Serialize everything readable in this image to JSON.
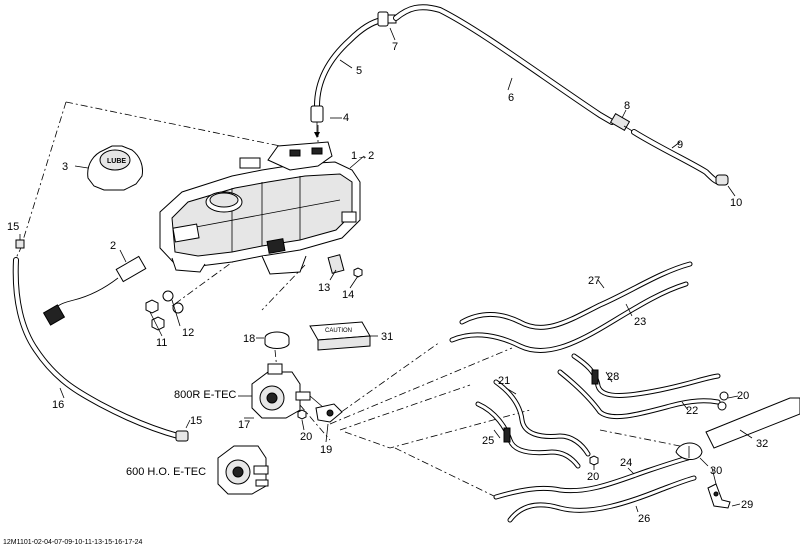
{
  "diagram": {
    "callouts": {
      "c1": "1→2",
      "c2": "2",
      "c3": "3",
      "c4": "4",
      "c5": "5",
      "c6": "6",
      "c7": "7",
      "c8": "8",
      "c9": "9",
      "c10": "10",
      "c11": "11",
      "c12": "12",
      "c13": "13",
      "c14": "14",
      "c15a": "15",
      "c15b": "15",
      "c16": "16",
      "c17": "17",
      "c18": "18",
      "c19": "19",
      "c20a": "20",
      "c20b": "20",
      "c20c": "20",
      "c21": "21",
      "c22": "22",
      "c23": "23",
      "c24": "24",
      "c25": "25",
      "c26": "26",
      "c27": "27",
      "c28": "28",
      "c29": "29",
      "c30": "30",
      "c31": "31",
      "c32": "32"
    },
    "variants": {
      "v800": "800R E-TEC",
      "v600": "600 H.O. E-TEC"
    },
    "labels": {
      "cap_text": "LUBE",
      "decal_text": "CAUTION"
    },
    "doc_id": "12M1101-02-04-07-09-10-11-13-15-16-17-24"
  }
}
